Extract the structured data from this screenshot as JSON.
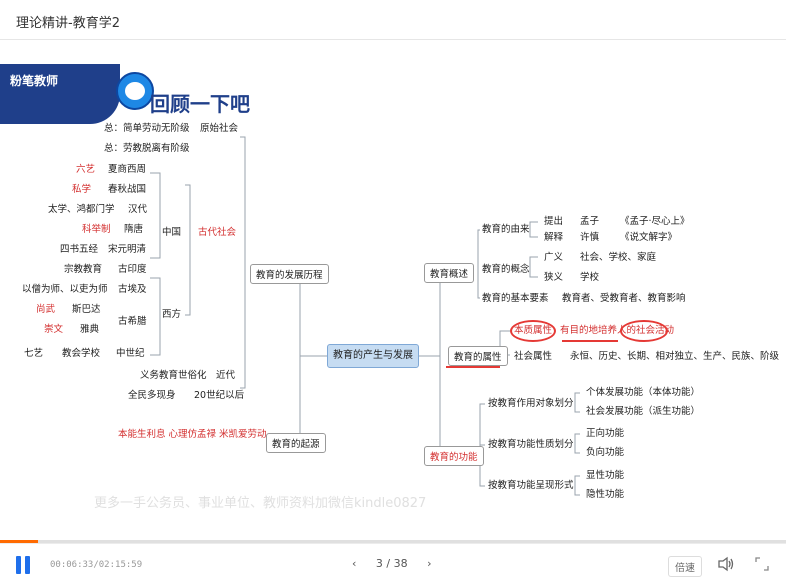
{
  "window": {
    "title": "理论精讲-教育学2"
  },
  "slide": {
    "logo_text": "粉笔教师",
    "headline": "回顾一下吧",
    "center": "教育的产生与发展",
    "dev_history": "教育的发展历程",
    "origin": "教育的起源",
    "origin_theories": "本能生利息 心理仿孟禄 米凯爱劳动",
    "ancient": "古代社会",
    "china": "中国",
    "west": "西方",
    "left_items": [
      "总：简单劳动无阶级",
      "原始社会",
      "总：劳教脱离有阶级",
      "六艺",
      "夏商西周",
      "私学",
      "春秋战国",
      "太学、鸿都门学",
      "汉代",
      "科举制",
      "隋唐",
      "四书五经",
      "宋元明清",
      "宗教教育",
      "古印度",
      "以僧为师、以吏为师",
      "古埃及",
      "尚武",
      "斯巴达",
      "崇文",
      "雅典",
      "古希腊",
      "七艺",
      "教会学校",
      "中世纪",
      "义务教育世俗化",
      "近代",
      "全民多现身",
      "20世纪以后"
    ],
    "overview": "教育概述",
    "ov_origin": "教育的由来",
    "ov_proposed": "提出",
    "ov_mengzi": "孟子",
    "ov_book1": "《孟子·尽心上》",
    "ov_explain": "解释",
    "ov_xushen": "许慎",
    "ov_book2": "《说文解字》",
    "ov_concept": "教育的概念",
    "ov_broad": "广义",
    "ov_broad_val": "社会、学校、家庭",
    "ov_narrow": "狭义",
    "ov_narrow_val": "学校",
    "ov_elements": "教育的基本要素",
    "ov_elements_val": "教育者、受教育者、教育影响",
    "attr": "教育的属性",
    "attr_essential": "本质属性",
    "attr_essential_val": "有目的地培养人的社会活动",
    "attr_social": "社会属性",
    "attr_social_val": "永恒、历史、长期、相对独立、生产、民族、阶级",
    "func": "教育的功能",
    "func_by_object": "按教育作用对象划分",
    "func_individual": "个体发展功能（本体功能）",
    "func_social": "社会发展功能（派生功能）",
    "func_by_nature": "按教育功能性质划分",
    "func_positive": "正向功能",
    "func_negative": "负向功能",
    "func_by_form": "按教育功能呈现形式",
    "func_explicit": "显性功能",
    "func_implicit": "隐性功能",
    "watermark": "更多一手公务员、事业单位、教师资料加微信kindle0827"
  },
  "player": {
    "time": "00:06:33/02:15:59",
    "page": "3 / 38",
    "prev": "‹",
    "next": "›",
    "speed": "倍速",
    "progress": 0.048
  },
  "colors": {
    "accent": "#1f6feb",
    "progress": "#ff6a00",
    "red": "#d32f2f",
    "center_fill": "#c6dcf2"
  }
}
